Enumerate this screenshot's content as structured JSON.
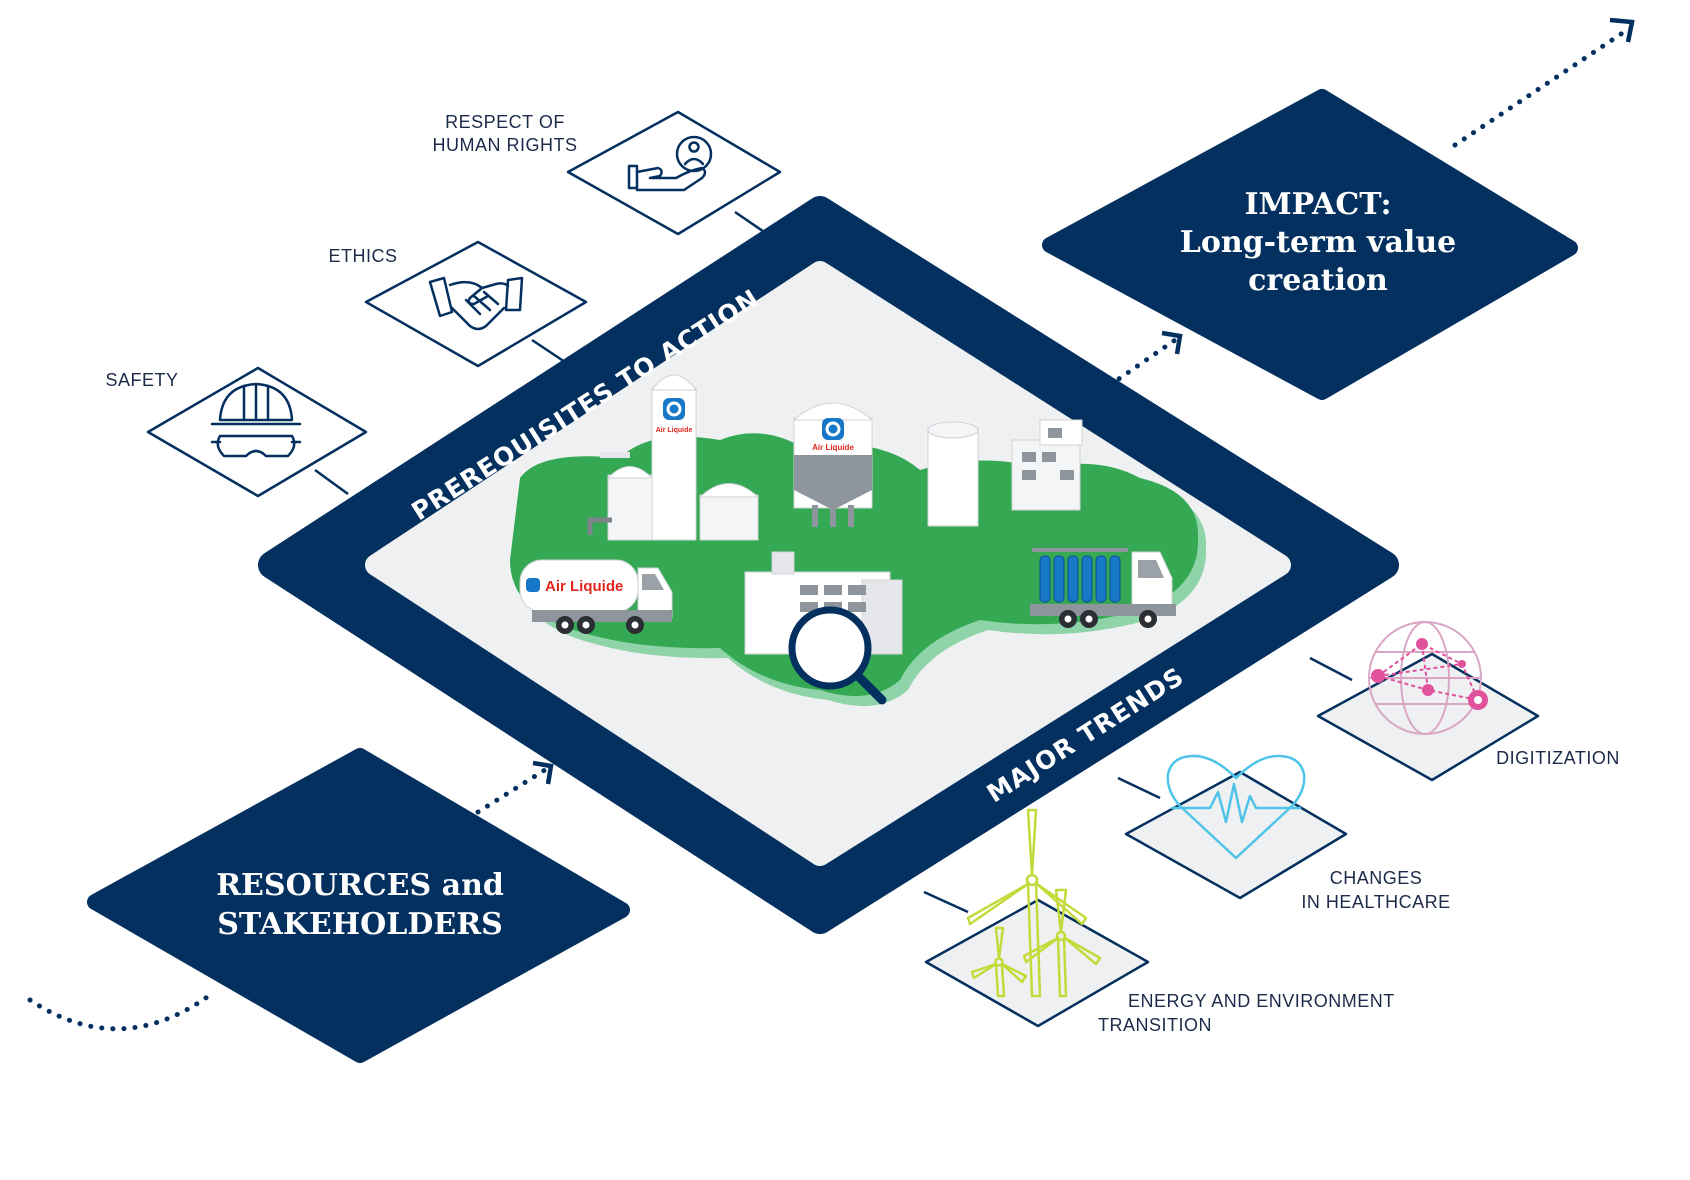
{
  "diagram": {
    "impact": {
      "line1": "IMPACT:",
      "line2": "Long-term value",
      "line3": "creation"
    },
    "resources": {
      "line1": "RESOURCES and",
      "line2": "STAKEHOLDERS"
    },
    "bands": {
      "prerequisites": "PREREQUISITES TO ACTION",
      "trends": "MAJOR TRENDS"
    },
    "prerequisites": [
      {
        "label_lines": [
          "RESPECT OF",
          "HUMAN RIGHTS"
        ],
        "icon": "hand-person-icon"
      },
      {
        "label_lines": [
          "ETHICS"
        ],
        "icon": "handshake-icon"
      },
      {
        "label_lines": [
          "SAFETY"
        ],
        "icon": "helmet-goggles-icon"
      }
    ],
    "trends": [
      {
        "label_lines": [
          "DIGITIZATION"
        ],
        "icon": "globe-network-icon"
      },
      {
        "label_lines": [
          "CHANGES",
          "IN HEALTHCARE"
        ],
        "icon": "heart-pulse-icon"
      },
      {
        "label_lines": [
          "ENERGY AND ENVIRONMENT",
          "TRANSITION"
        ],
        "icon": "wind-turbine-icon"
      }
    ],
    "logo_text": "Air Liquide",
    "colors": {
      "navy": "#03305f",
      "green": "#34a853",
      "light_gray": "#eff0f2",
      "pink": "#e0529c",
      "lime": "#c4d93a",
      "light_blue": "#4fc3e8",
      "red": "#e1261c"
    }
  }
}
